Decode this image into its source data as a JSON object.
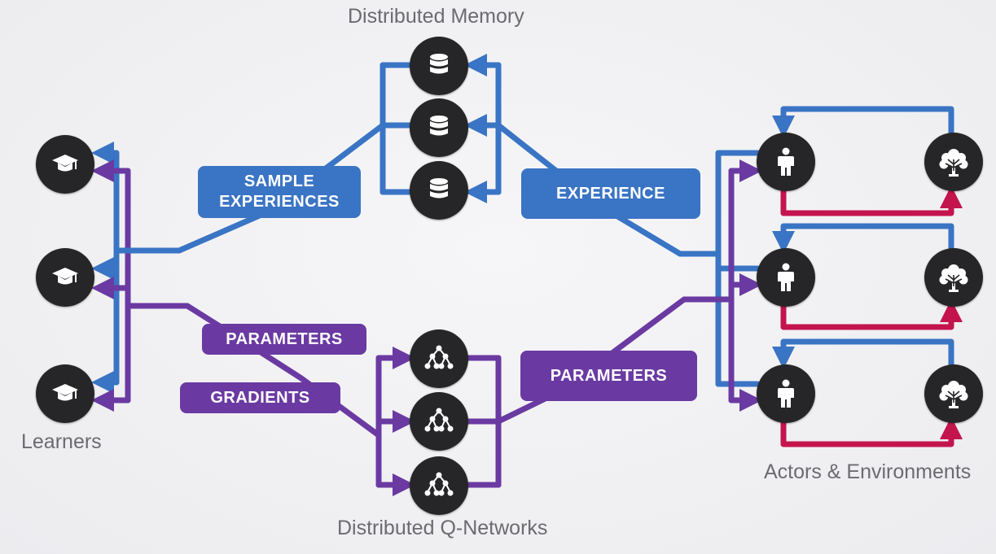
{
  "captions": {
    "memory": "Distributed Memory",
    "learners": "Learners",
    "qnetworks": "Distributed Q-Networks",
    "actors": "Actors & Environments"
  },
  "labels": {
    "sample_line1": "SAMPLE",
    "sample_line2": "EXPERIENCES",
    "experience": "EXPERIENCE",
    "parameters_left": "PARAMETERS",
    "gradients": "GRADIENTS",
    "parameters_right": "PARAMETERS"
  },
  "icons": {
    "learner": "graduation-cap-icon",
    "memory": "database-icon",
    "qnetwork": "network-tree-icon",
    "actor": "person-icon",
    "environment": "tree-icon"
  },
  "colors": {
    "blue": "#3a74c4",
    "purple": "#6a3aa2",
    "crimson": "#c4144e",
    "node": "#262628",
    "background": "#efeff2"
  }
}
